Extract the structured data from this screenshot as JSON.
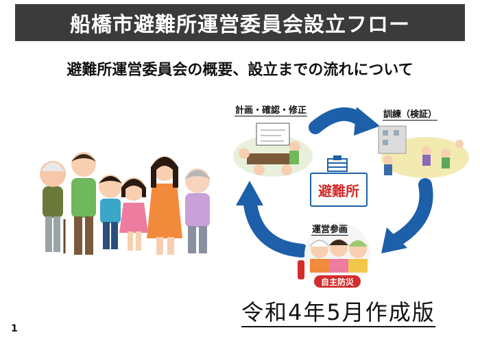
{
  "title": "船橋市避難所運営委員会設立フロー",
  "subtitle": "避難所運営委員会の概要、設立までの流れについて",
  "cycle": {
    "steps": [
      {
        "label": "計画・確認・修正"
      },
      {
        "label": "訓練（検証）"
      },
      {
        "label": "運営参画"
      }
    ],
    "center_label": "避難所",
    "badge_text": "自主防災"
  },
  "edition": "令和4年5月作成版",
  "page_number": "1",
  "colors": {
    "title_bg": "#3b3b3b",
    "arrow": "#1d5fa8",
    "center_text": "#d42b2b"
  }
}
